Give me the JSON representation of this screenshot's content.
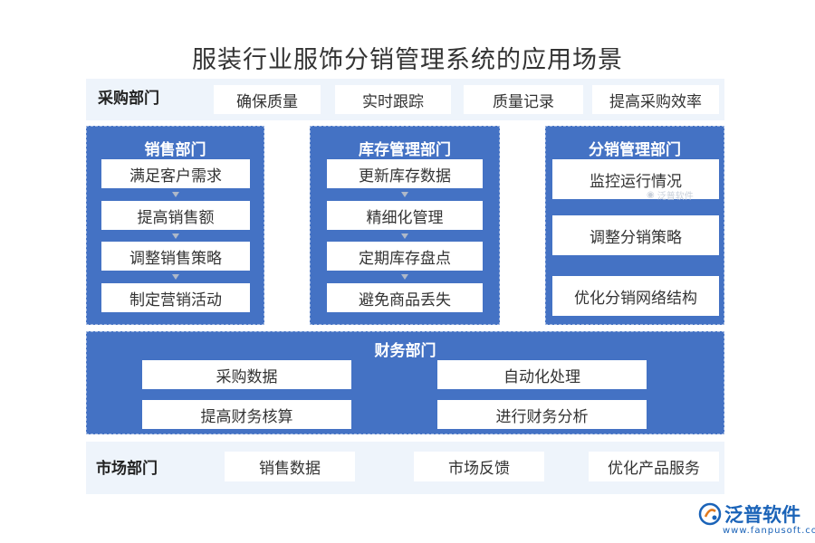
{
  "title": "服装行业服饰分销管理系统的应用场景",
  "purchase": {
    "label": "采购部门",
    "items": [
      "确保质量",
      "实时跟踪",
      "质量记录",
      "提高采购效率"
    ]
  },
  "sales": {
    "label": "销售部门",
    "items": [
      "满足客户需求",
      "提高销售额",
      "调整销售策略",
      "制定营销活动"
    ]
  },
  "inventory": {
    "label": "库存管理部门",
    "items": [
      "更新库存数据",
      "精细化管理",
      "定期库存盘点",
      "避免商品丢失"
    ]
  },
  "distribution": {
    "label": "分销管理部门",
    "items": [
      "监控运行情况",
      "调整分销策略",
      "优化分销网络结构"
    ]
  },
  "finance": {
    "label": "财务部门",
    "items": [
      "采购数据",
      "自动化处理",
      "提高财务核算",
      "进行财务分析"
    ]
  },
  "market": {
    "label": "市场部门",
    "items": [
      "销售数据",
      "市场反馈",
      "优化产品服务"
    ]
  },
  "watermark": "泛普软件",
  "logo": {
    "name": "泛普软件",
    "url": "www.fanpusoft.com",
    "icon": "fanpu-logo-icon"
  },
  "colors": {
    "blue": "#4472c4",
    "light": "#eef4fb",
    "logo": "#1a63b8"
  }
}
